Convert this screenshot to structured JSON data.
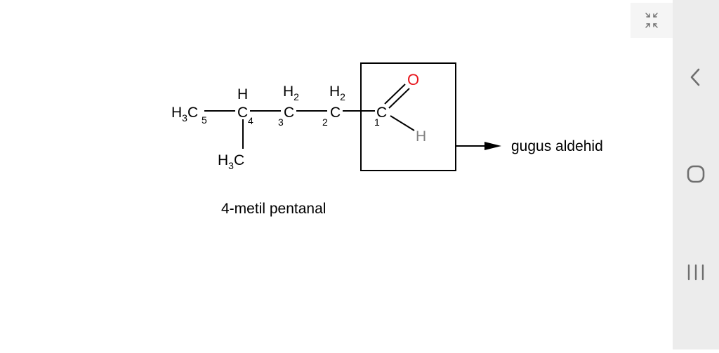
{
  "molecule": {
    "atoms": {
      "c5": {
        "main": "H",
        "sub": "3",
        "tail": "C"
      },
      "c4_h": "H",
      "c4": "C",
      "c3_h": {
        "main": "H",
        "sub": "2"
      },
      "c3": "C",
      "c2_h": {
        "main": "H",
        "sub": "2"
      },
      "c2": "C",
      "c1": "C",
      "oxygen": "O",
      "aldehyde_h": "H",
      "methyl": {
        "main": "H",
        "sub": "3",
        "tail": "C"
      }
    },
    "numbers": {
      "n5": "5",
      "n4": "4",
      "n3": "3",
      "n2": "2",
      "n1": "1"
    },
    "compound_name": "4-metil pentanal",
    "group_label": "gugus aldehid"
  },
  "colors": {
    "oxygen": "#e8141b",
    "aldehyde_h": "#808080",
    "ink": "#000000",
    "nav_bg": "#ececec",
    "nav_icon": "#6f6f6f"
  },
  "ui": {
    "collapse_icon": "collapse-arrows-icon",
    "nav_icons": [
      "back-icon",
      "home-icon",
      "recent-apps-icon"
    ]
  }
}
